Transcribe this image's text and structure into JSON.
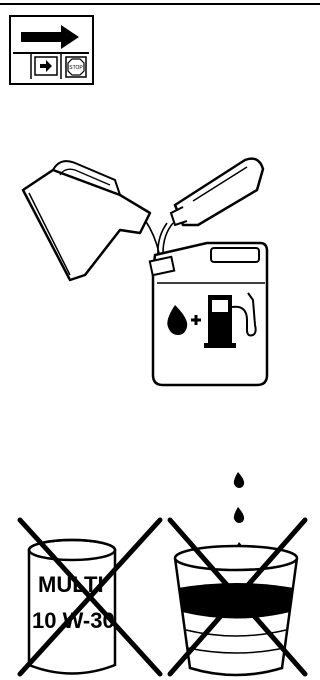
{
  "colors": {
    "ink": "#000000",
    "paper": "#ffffff"
  },
  "procedure_sign": {
    "icons": [
      "direction-arrow-icon",
      "start-arrow-icon",
      "stop-icon"
    ],
    "stop_label": "STOP"
  },
  "refuel_figure": {
    "icons": [
      "oil-bottle-icon",
      "measuring-jug-icon",
      "fuel-canister-icon",
      "oil-drop-icon",
      "plus-icon",
      "fuel-pump-icon"
    ]
  },
  "prohibited_figures": {
    "oil_can": {
      "icon": "oil-can-icon",
      "label_line1": "MULTI",
      "label_line2": "10 W-30"
    },
    "bucket": {
      "icon": "waste-oil-bucket-icon"
    },
    "cross_icon": "prohibited-cross-icon"
  }
}
